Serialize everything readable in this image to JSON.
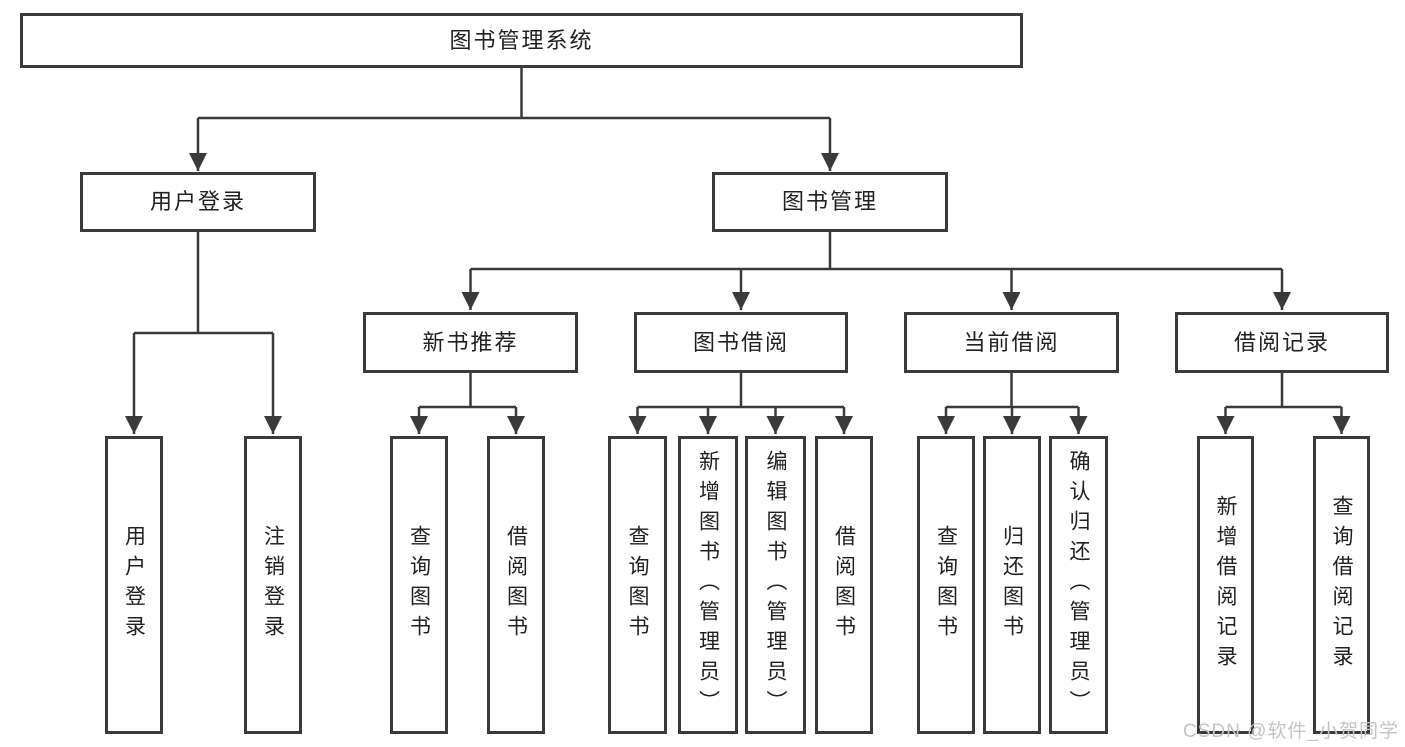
{
  "diagram": {
    "root": {
      "label": "图书管理系统"
    },
    "level2": [
      {
        "id": "user-login",
        "label": "用户登录"
      },
      {
        "id": "book-management",
        "label": "图书管理"
      }
    ],
    "level3": [
      {
        "id": "new-book-recommend",
        "label": "新书推荐"
      },
      {
        "id": "book-borrow",
        "label": "图书借阅"
      },
      {
        "id": "current-borrow",
        "label": "当前借阅"
      },
      {
        "id": "borrow-records",
        "label": "借阅记录"
      }
    ],
    "leaves": [
      {
        "id": "user-login-action",
        "parent": "user-login",
        "label": "用户登录"
      },
      {
        "id": "logout-action",
        "parent": "user-login",
        "label": "注销登录"
      },
      {
        "id": "query-books-recommend",
        "parent": "new-book-recommend",
        "label": "查询图书"
      },
      {
        "id": "borrow-books-recommend",
        "parent": "new-book-recommend",
        "label": "借阅图书"
      },
      {
        "id": "query-books-borrow",
        "parent": "book-borrow",
        "label": "查询图书"
      },
      {
        "id": "add-books-admin",
        "parent": "book-borrow",
        "label": "新增图书（管理员）"
      },
      {
        "id": "edit-books-admin",
        "parent": "book-borrow",
        "label": "编辑图书（管理员）"
      },
      {
        "id": "borrow-books",
        "parent": "book-borrow",
        "label": "借阅图书"
      },
      {
        "id": "query-books-current",
        "parent": "current-borrow",
        "label": "查询图书"
      },
      {
        "id": "return-books",
        "parent": "current-borrow",
        "label": "归还图书"
      },
      {
        "id": "confirm-return-admin",
        "parent": "current-borrow",
        "label": "确认归还（管理员）"
      },
      {
        "id": "add-borrow-record",
        "parent": "borrow-records",
        "label": "新增借阅记录"
      },
      {
        "id": "query-borrow-record",
        "parent": "borrow-records",
        "label": "查询借阅记录"
      }
    ]
  },
  "watermark": {
    "text": "CSDN @软件_小贺同学"
  },
  "colors": {
    "line": "#3a3a3a",
    "border": "#3a3a3a",
    "text": "#212121",
    "watermark": "#c4c4c4",
    "background": "#ffffff"
  }
}
